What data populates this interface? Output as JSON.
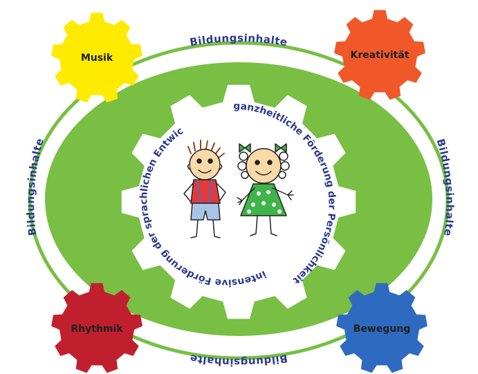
{
  "ring": {
    "top": "Bildungsinhalte",
    "left": "Bildungsinhalte",
    "right": "Bildungsinhalte",
    "bottom": "Bildungsinhalte"
  },
  "gears": {
    "top_left": {
      "label": "Musik",
      "color": "#ffea00"
    },
    "top_right": {
      "label": "Kreativität",
      "color": "#f0582a"
    },
    "bottom_left": {
      "label": "Rhythmik",
      "color": "#c0202e"
    },
    "bottom_right": {
      "label": "Bewegung",
      "color": "#2e6bc0"
    }
  },
  "center": {
    "arc_1": "ganzheitliche Förderung der Persönlichkeit",
    "arc_2": "intensive Förderung der sprachlichen Entwicklung"
  },
  "colors": {
    "ring_green": "#78bf44",
    "text_blue": "#2a3990",
    "center_gear": "#ffffff"
  }
}
